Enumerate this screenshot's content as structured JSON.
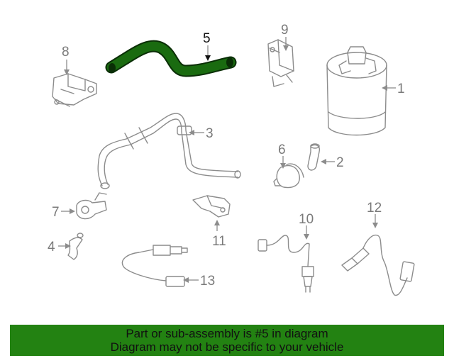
{
  "diagram": {
    "callouts": {
      "c1": "1",
      "c2": "2",
      "c3": "3",
      "c4": "4",
      "c5": "5",
      "c6": "6",
      "c7": "7",
      "c8": "8",
      "c9": "9",
      "c10": "10",
      "c11": "11",
      "c12": "12",
      "c13": "13"
    },
    "highlight_color": "#1a6b10"
  },
  "footer": {
    "line1": "Part or sub-assembly is #5 in diagram",
    "line2": "Diagram may not be specific to your vehicle",
    "background": "#238212"
  }
}
